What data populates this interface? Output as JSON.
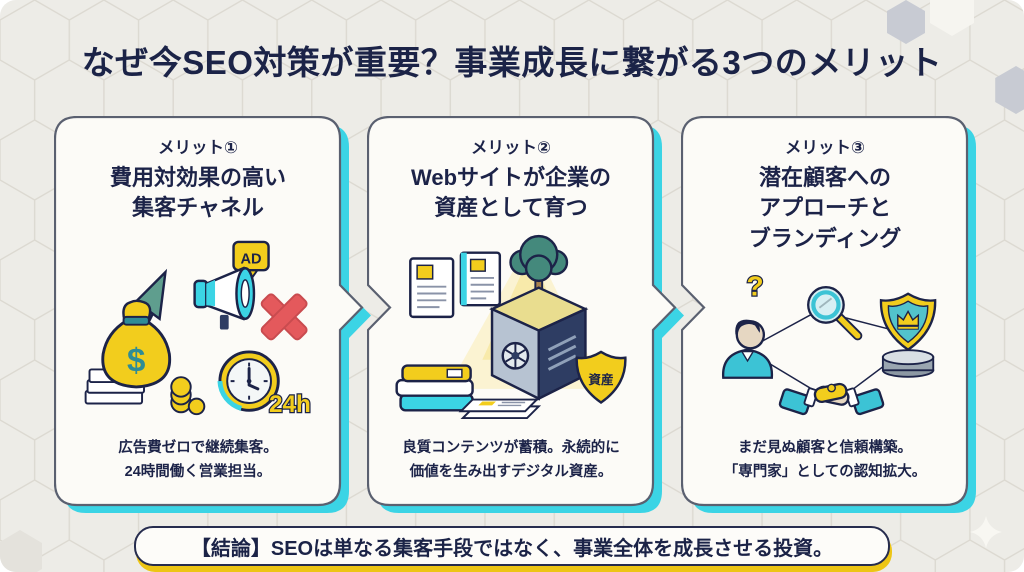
{
  "title": "なぜ今SEO対策が重要？事業成長に繋がる3つのメリット",
  "conclusion": "【結論】SEOは単なる集客手段ではなく、事業全体を成長させる投資。",
  "cards": [
    {
      "badge": "メリット①",
      "heading_line1": "費用対効果の高い",
      "heading_line2": "集客チャネル",
      "desc_line1": "広告費ゼロで継続集客。",
      "desc_line2": "24時間働く営業担当。",
      "labels": {
        "dollar": "$",
        "ad": "AD",
        "hours": "24h"
      },
      "icons": [
        "money-bag-icon",
        "growth-arrow-icon",
        "banknotes-icon",
        "coins-icon",
        "megaphone-icon",
        "ad-badge-icon",
        "cross-icon",
        "clock-icon"
      ]
    },
    {
      "badge": "メリット②",
      "heading_line1": "Webサイトが企業の",
      "heading_line2": "資産として育つ",
      "desc_line1": "良質コンテンツが蓄積。永続的に",
      "desc_line2": "価値を生み出すデジタル資産。",
      "labels": {
        "shield": "資産"
      },
      "icons": [
        "document-icon",
        "books-icon",
        "safe-icon",
        "tree-icon",
        "asset-shield-icon",
        "paper-stack-icon"
      ]
    },
    {
      "badge": "メリット③",
      "heading_line1": "潜在顧客への",
      "heading_line2": "アプローチと",
      "heading_line3": "ブランディング",
      "desc_line1": "まだ見ぬ顧客と信頼構築。",
      "desc_line2": "「専門家」としての認知拡大。",
      "labels": {
        "question": "?"
      },
      "icons": [
        "prospect-person-icon",
        "question-mark-label",
        "magnifier-icon",
        "brand-shield-icon",
        "crown-icon",
        "pedestal-icon",
        "handshake-icon"
      ]
    }
  ],
  "colors": {
    "background": "#edece7",
    "navy_text": "#1b2347",
    "card_border": "#5a6070",
    "accent_cyan": "#3bd4e5",
    "accent_yellow": "#f2cd1d",
    "alert_red": "#e4595c",
    "teal_green": "#44897c"
  }
}
